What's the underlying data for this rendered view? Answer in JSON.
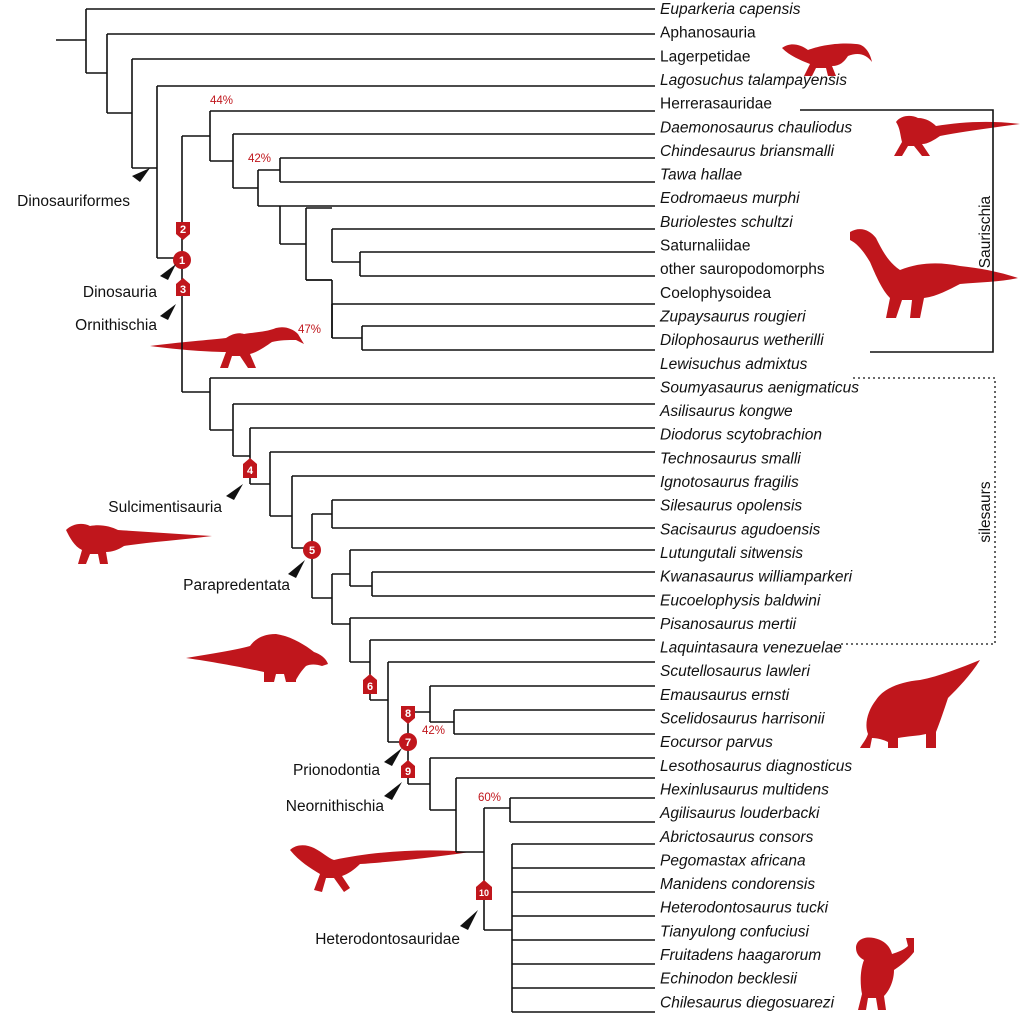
{
  "taxa": [
    {
      "name": "Euparkeria capensis",
      "italic": true
    },
    {
      "name": "Aphanosauria",
      "italic": false
    },
    {
      "name": "Lagerpetidae",
      "italic": false
    },
    {
      "name": "Lagosuchus talampayensis",
      "italic": true
    },
    {
      "name": "Herrerasauridae",
      "italic": false
    },
    {
      "name": "Daemonosaurus chauliodus",
      "italic": true
    },
    {
      "name": "Chindesaurus briansmalli",
      "italic": true
    },
    {
      "name": "Tawa hallae",
      "italic": true
    },
    {
      "name": "Eodromaeus murphi",
      "italic": true
    },
    {
      "name": "Buriolestes schultzi",
      "italic": true
    },
    {
      "name": "Saturnaliidae",
      "italic": false
    },
    {
      "name": "other sauropodomorphs",
      "italic": false
    },
    {
      "name": "Coelophysoidea",
      "italic": false
    },
    {
      "name": "Zupaysaurus rougieri",
      "italic": true
    },
    {
      "name": "Dilophosaurus wetherilli",
      "italic": true
    },
    {
      "name": "Lewisuchus admixtus",
      "italic": true
    },
    {
      "name": "Soumyasaurus aenigmaticus",
      "italic": true
    },
    {
      "name": "Asilisaurus kongwe",
      "italic": true
    },
    {
      "name": "Diodorus scytobrachion",
      "italic": true
    },
    {
      "name": "Technosaurus smalli",
      "italic": true
    },
    {
      "name": "Ignotosaurus fragilis",
      "italic": true
    },
    {
      "name": "Silesaurus opolensis",
      "italic": true
    },
    {
      "name": "Sacisaurus agudoensis",
      "italic": true
    },
    {
      "name": "Lutungutali sitwensis",
      "italic": true
    },
    {
      "name": "Kwanasaurus williamparkeri",
      "italic": true
    },
    {
      "name": "Eucoelophysis baldwini",
      "italic": true
    },
    {
      "name": "Pisanosaurus mertii",
      "italic": true
    },
    {
      "name": "Laquintasaura venezuelae",
      "italic": true
    },
    {
      "name": "Scutellosaurus lawleri",
      "italic": true
    },
    {
      "name": "Emausaurus ernsti",
      "italic": true
    },
    {
      "name": "Scelidosaurus harrisonii",
      "italic": true
    },
    {
      "name": "Eocursor parvus",
      "italic": true
    },
    {
      "name": "Lesothosaurus diagnosticus",
      "italic": true
    },
    {
      "name": "Hexinlusaurus multidens",
      "italic": true
    },
    {
      "name": "Agilisaurus louderbacki",
      "italic": true
    },
    {
      "name": "Abrictosaurus consors",
      "italic": true
    },
    {
      "name": "Pegomastax africana",
      "italic": true
    },
    {
      "name": "Manidens condorensis",
      "italic": true
    },
    {
      "name": "Heterodontosaurus tucki",
      "italic": true
    },
    {
      "name": "Tianyulong confuciusi",
      "italic": true
    },
    {
      "name": "Fruitadens haagarorum",
      "italic": true
    },
    {
      "name": "Echinodon becklesii",
      "italic": true
    },
    {
      "name": "Chilesaurus diegosuarezi",
      "italic": true
    }
  ],
  "clade_labels": {
    "dinosauriformes": "Dinosauriformes",
    "dinosauria": "Dinosauria",
    "ornithischia": "Ornithischia",
    "sulcimentisauria": "Sulcimentisauria",
    "parapredentata": "Parapredentata",
    "prionodontia": "Prionodontia",
    "neornithischia": "Neornithischia",
    "heterodontosauridae": "Heterodontosauridae"
  },
  "brackets": {
    "saurischia": "Saurischia",
    "silesaurs": "silesaurs"
  },
  "support_values": {
    "herrerasauridae_node": "44%",
    "chindesaurus_node": "42%",
    "coelophysoid_node": "47%",
    "thyreophora_node": "42%",
    "hexinlusaurus_node": "60%"
  },
  "node_markers": [
    "1",
    "2",
    "3",
    "4",
    "5",
    "6",
    "7",
    "8",
    "9",
    "10"
  ],
  "colors": {
    "accent": "#c0161c",
    "branch": "#111111",
    "background": "#ffffff"
  }
}
